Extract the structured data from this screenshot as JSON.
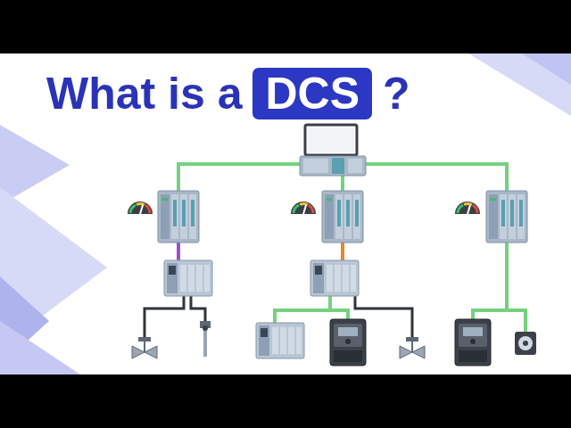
{
  "diagram": {
    "title": "What is a",
    "nodes": [
      {
        "text": [
          "DCS"
        ]
      }
    ],
    "labels": [
      "?"
    ]
  }
}
